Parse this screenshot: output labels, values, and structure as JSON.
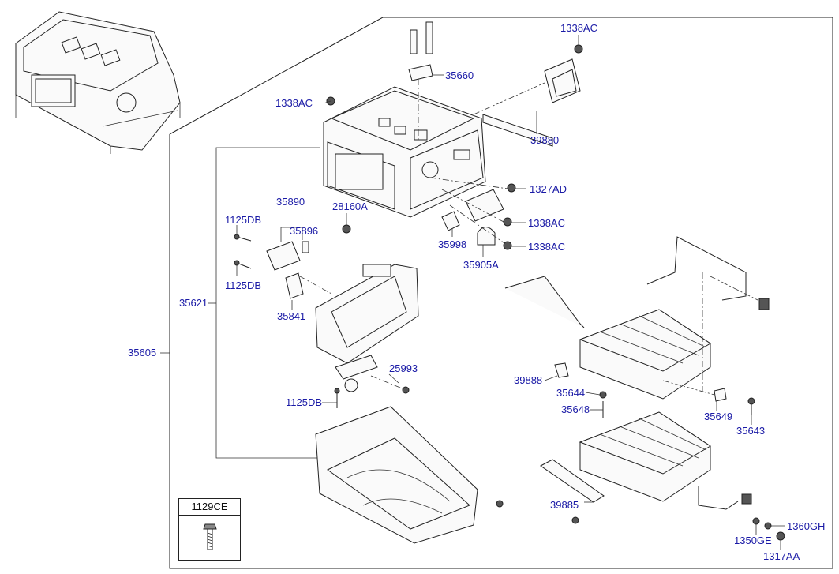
{
  "labels": {
    "p1338ac_top": "1338AC",
    "p35660": "35660",
    "p1338ac_left": "1338AC",
    "p39880": "39880",
    "p1327ad": "1327AD",
    "p35890": "35890",
    "p28160a": "28160A",
    "p1125db_1": "1125DB",
    "p35896": "35896",
    "p1338ac_mid": "1338AC",
    "p35998": "35998",
    "p1338ac_low": "1338AC",
    "p35905a": "35905A",
    "p1125db_2": "1125DB",
    "p35621": "35621",
    "p35841": "35841",
    "p35605": "35605",
    "p39888": "39888",
    "p25993": "25993",
    "p35644": "35644",
    "p1125db_3": "1125DB",
    "p35648": "35648",
    "p35649": "35649",
    "p35643": "35643",
    "p39885": "39885",
    "p1360gh": "1360GH",
    "p1350ge": "1350GE",
    "p1317aa": "1317AA"
  },
  "legend": {
    "title": "1129CE",
    "icon": "bolt-icon"
  }
}
